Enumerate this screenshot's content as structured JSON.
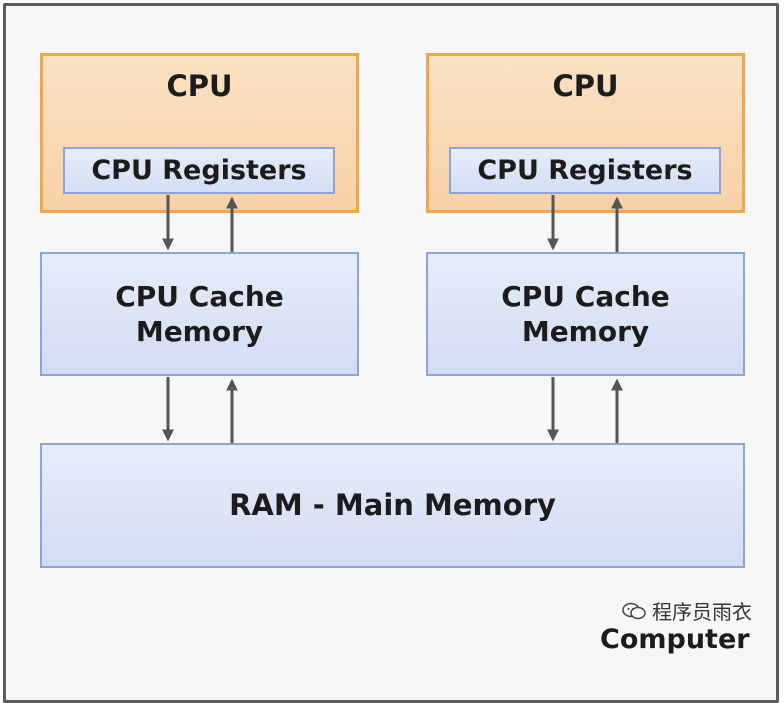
{
  "cpu_left": {
    "title": "CPU",
    "registers": "CPU Registers"
  },
  "cpu_right": {
    "title": "CPU",
    "registers": "CPU Registers"
  },
  "cache_left": {
    "line1": "CPU Cache",
    "line2": "Memory"
  },
  "cache_right": {
    "line1": "CPU Cache",
    "line2": "Memory"
  },
  "ram": {
    "label": "RAM - Main Memory"
  },
  "footer": {
    "label": "Computer"
  },
  "watermark": {
    "text": "程序员雨衣",
    "icon": "wechat-icon"
  },
  "colors": {
    "cpu_fill": "#f8d5ae",
    "cpu_border": "#f0a54f",
    "memory_fill": "#dbe3f6",
    "memory_border": "#8ea3d6",
    "arrow": "#555555",
    "frame": "#5b5b5b"
  }
}
